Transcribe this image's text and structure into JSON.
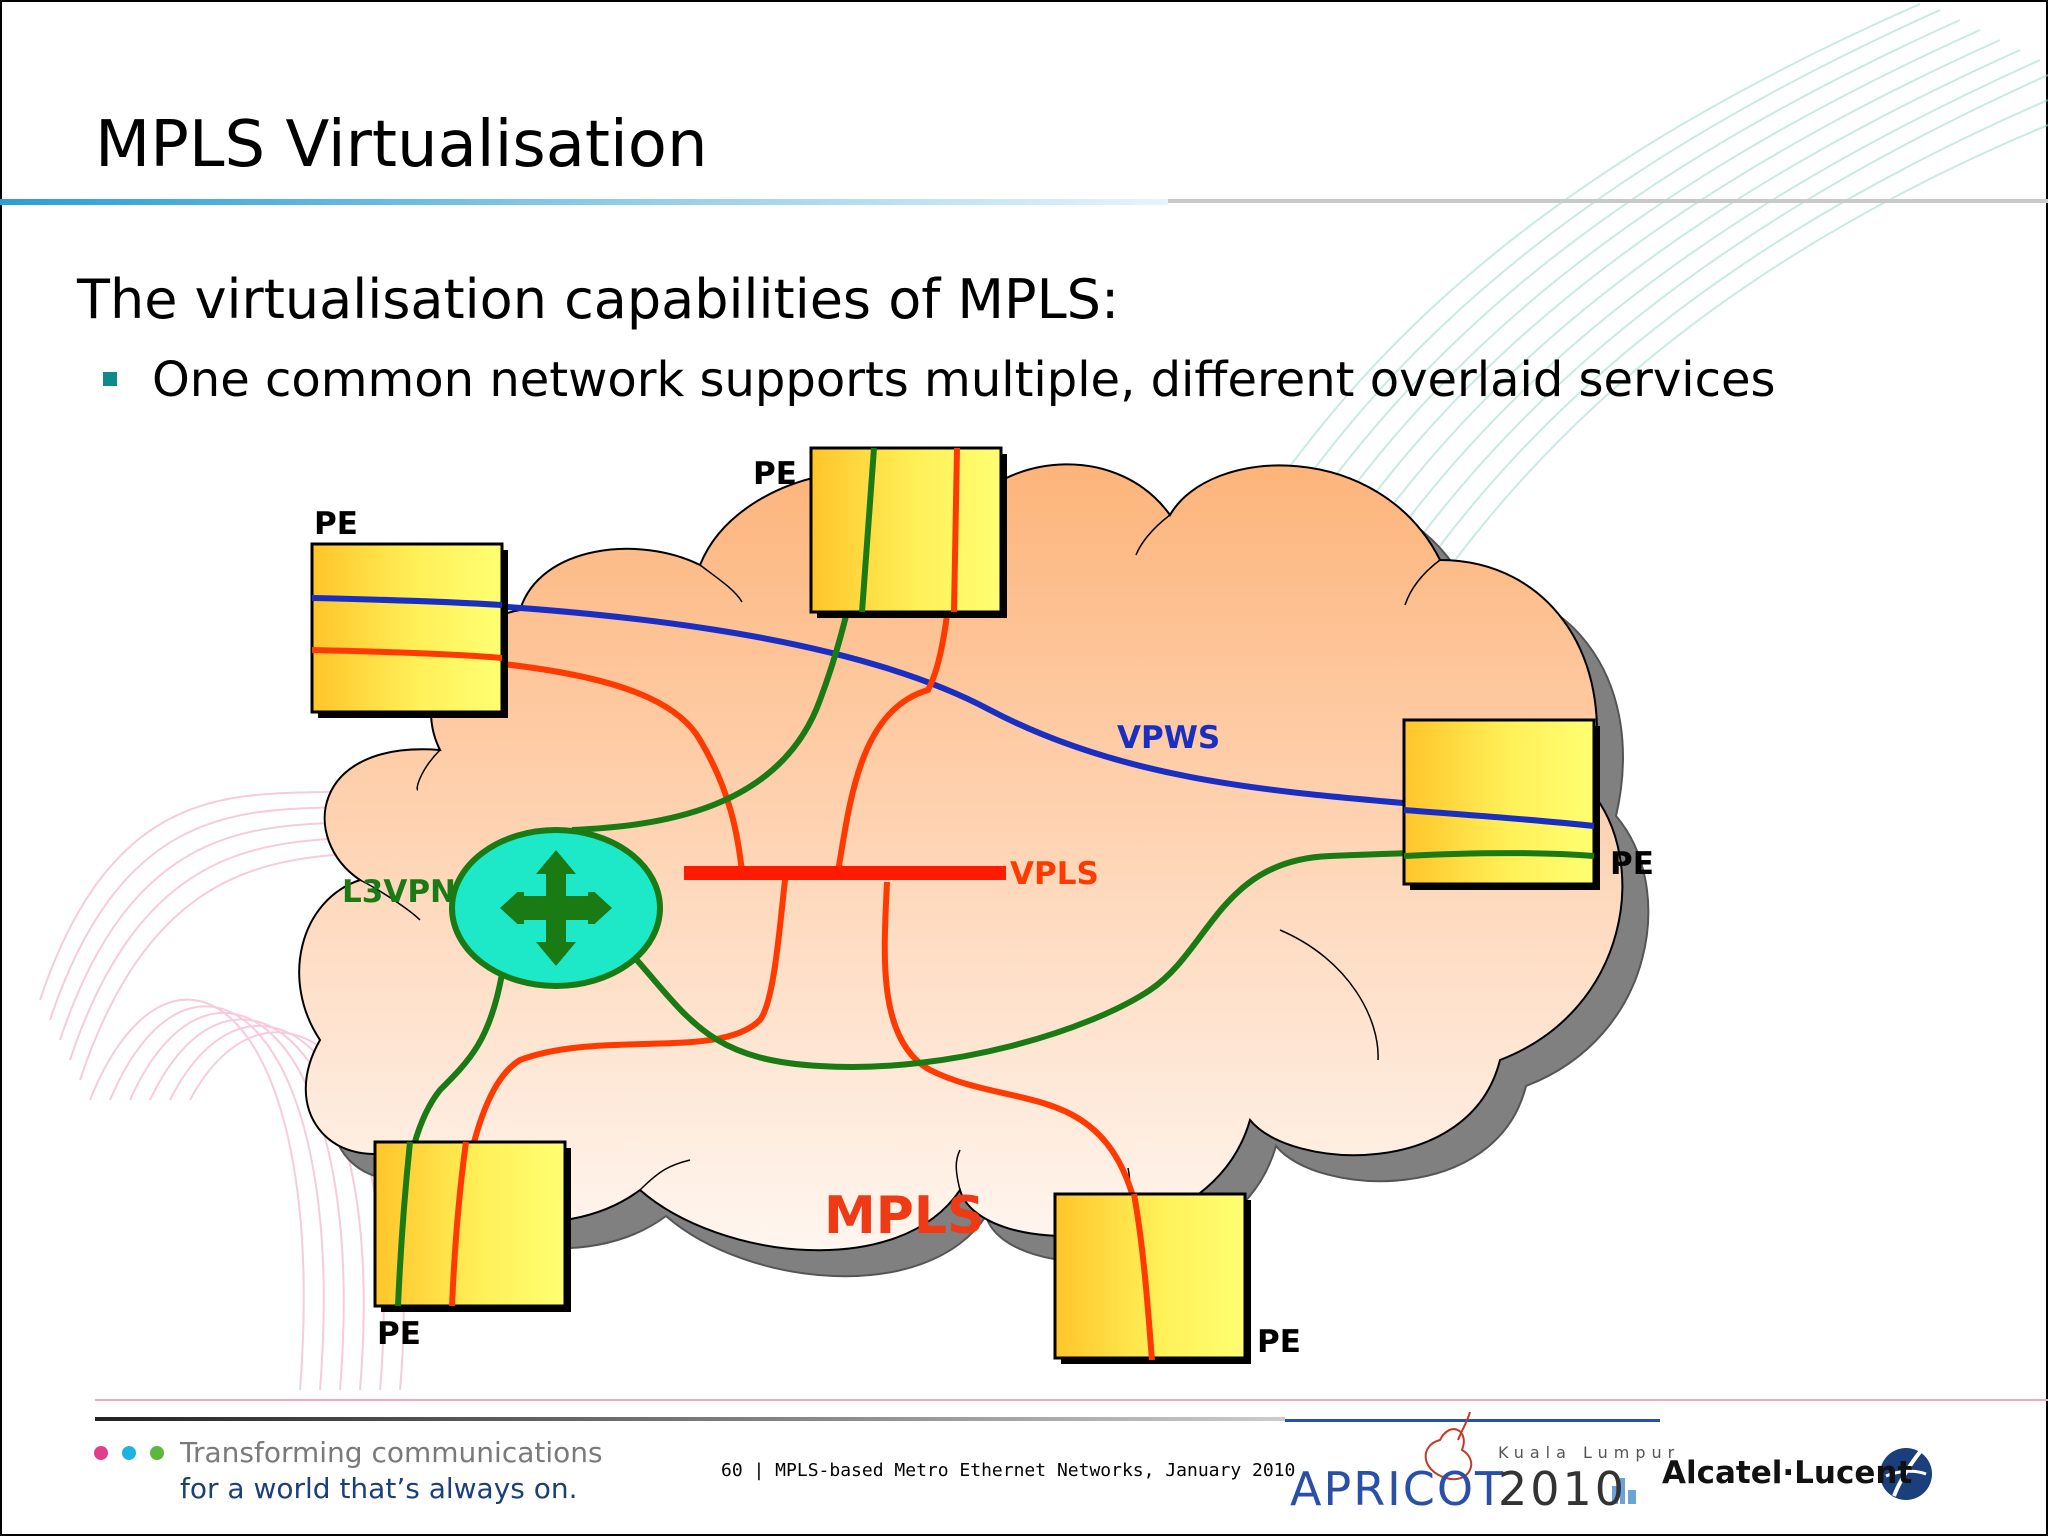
{
  "slide": {
    "title": "MPLS Virtualisation",
    "subtitle": "The virtualisation capabilities of MPLS:",
    "bullet": "One common network supports multiple, different overlaid services"
  },
  "diagram": {
    "pe_label": "PE",
    "services": {
      "vpws": "VPWS",
      "vpls": "VPLS",
      "l3vpn": "L3VPN",
      "mpls": "MPLS"
    },
    "colors": {
      "vpws": "#1a2fc2",
      "vpls": "#ff3a00",
      "l3vpn": "#1a7a14",
      "cloud": "#fdbf8c",
      "router": "#1de9c8",
      "pe_box": "#ffd23c"
    }
  },
  "footer": {
    "tagline_line1": "Transforming communications",
    "tagline_line2": "for a world that’s always on.",
    "page_text": "60 | MPLS-based Metro Ethernet Networks, January 2010",
    "event_name": "APRICOT",
    "event_year": "2010",
    "event_city": "Kuala Lumpur",
    "company": "Alcatel·Lucent"
  }
}
